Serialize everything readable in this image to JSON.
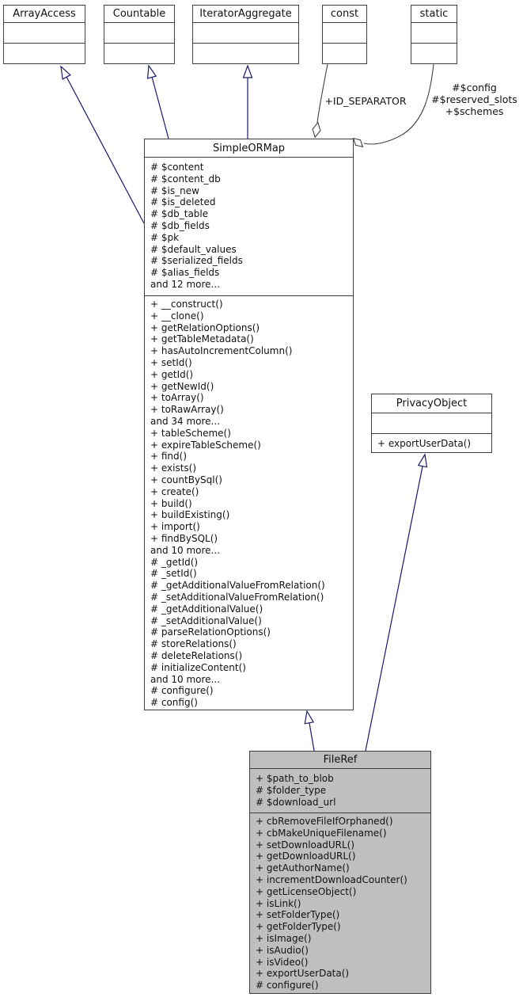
{
  "diagram": {
    "colors": {
      "inherit_edge": "#191970",
      "usage_edge": "#404040",
      "box_border": "#3d3d3d",
      "highlight_fill": "#bfbfbf",
      "box_fill": "#ffffff"
    },
    "classes": [
      {
        "name": "ArrayAccess",
        "attributes": [],
        "methods": []
      },
      {
        "name": "Countable",
        "attributes": [],
        "methods": []
      },
      {
        "name": "IteratorAggregate",
        "attributes": [],
        "methods": []
      },
      {
        "name": "const",
        "attributes": [],
        "methods": []
      },
      {
        "name": "static",
        "attributes": [],
        "methods": []
      },
      {
        "name": "SimpleORMap",
        "attributes": [
          "# $content",
          "# $content_db",
          "# $is_new",
          "# $is_deleted",
          "# $db_table",
          "# $db_fields",
          "# $pk",
          "# $default_values",
          "# $serialized_fields",
          "# $alias_fields",
          "and 12 more..."
        ],
        "methods": [
          "+ __construct()",
          "+ __clone()",
          "+ getRelationOptions()",
          "+ getTableMetadata()",
          "+ hasAutoIncrementColumn()",
          "+ setId()",
          "+ getId()",
          "+ getNewId()",
          "+ toArray()",
          "+ toRawArray()",
          "and 34 more...",
          "+ tableScheme()",
          "+ expireTableScheme()",
          "+ find()",
          "+ exists()",
          "+ countBySql()",
          "+ create()",
          "+ build()",
          "+ buildExisting()",
          "+ import()",
          "+ findBySQL()",
          "and 10 more...",
          "# _getId()",
          "# _setId()",
          "# _getAdditionalValueFromRelation()",
          "# _setAdditionalValueFromRelation()",
          "# _getAdditionalValue()",
          "# _setAdditionalValue()",
          "# parseRelationOptions()",
          "# storeRelations()",
          "# deleteRelations()",
          "# initializeContent()",
          "and 10 more...",
          "# configure()",
          "# config()"
        ]
      },
      {
        "name": "PrivacyObject",
        "attributes": [],
        "methods": [
          "+ exportUserData()"
        ]
      },
      {
        "name": "FileRef",
        "attributes": [
          "+ $path_to_blob",
          "# $folder_type",
          "# $download_url"
        ],
        "methods": [
          "+ cbRemoveFileIfOrphaned()",
          "+ cbMakeUniqueFilename()",
          "+ setDownloadURL()",
          "+ getDownloadURL()",
          "+ getAuthorName()",
          "+ incrementDownloadCounter()",
          "+ getLicenseObject()",
          "+ isLink()",
          "+ setFolderType()",
          "+ getFolderType()",
          "+ isImage()",
          "+ isAudio()",
          "+ isVideo()",
          "+ exportUserData()",
          "# configure()"
        ]
      }
    ],
    "edge_labels": {
      "const_edge": "+ID_SEPARATOR",
      "static_edge": [
        "#$config",
        "#$reserved_slots",
        "+$schemes"
      ]
    }
  }
}
